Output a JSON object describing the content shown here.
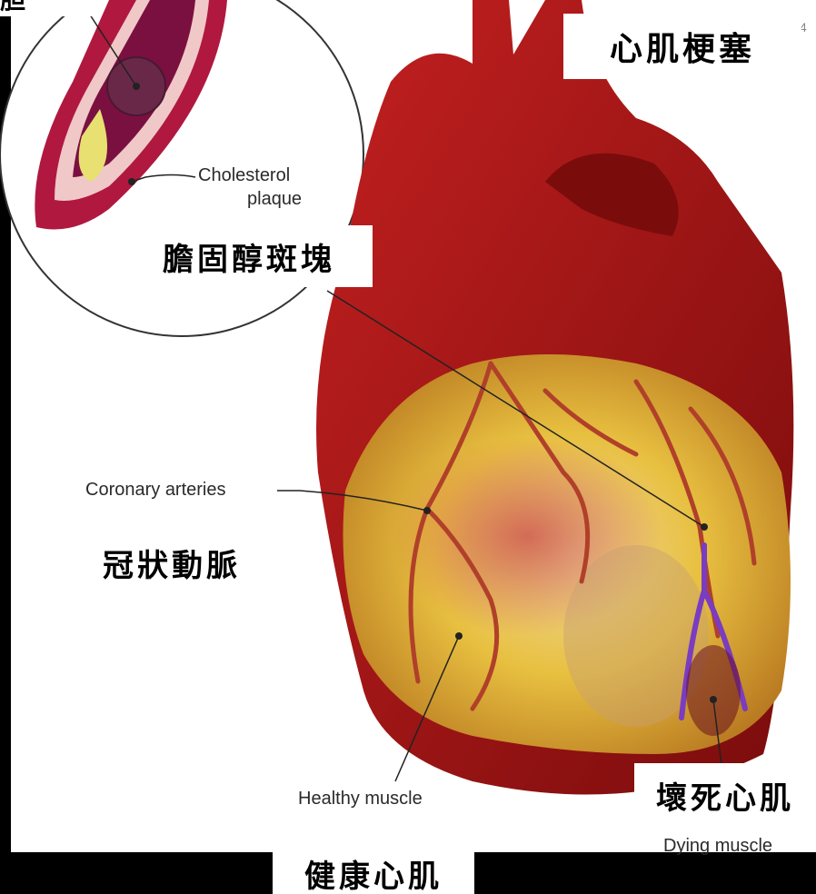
{
  "title_cn": "心肌梗塞",
  "page_number": "4",
  "corner_label_fragment": "胆",
  "labels_en": {
    "cholesterol_plaque_line1": "Cholesterol",
    "cholesterol_plaque_line2": "plaque",
    "coronary_arteries": "Coronary arteries",
    "healthy_muscle": "Healthy muscle",
    "dying_muscle": "Dying muscle"
  },
  "labels_cn": {
    "cholesterol_plaque": "膽固醇斑塊",
    "coronary_arteries": "冠狀動脈",
    "healthy_muscle": "健康心肌",
    "dying_muscle": "壞死心肌"
  },
  "colors": {
    "heart_red": "#a01818",
    "muscle_yellow": "#e8c040",
    "artery_wall": "#c0305a",
    "dying_vessel": "#7a3cc0"
  }
}
